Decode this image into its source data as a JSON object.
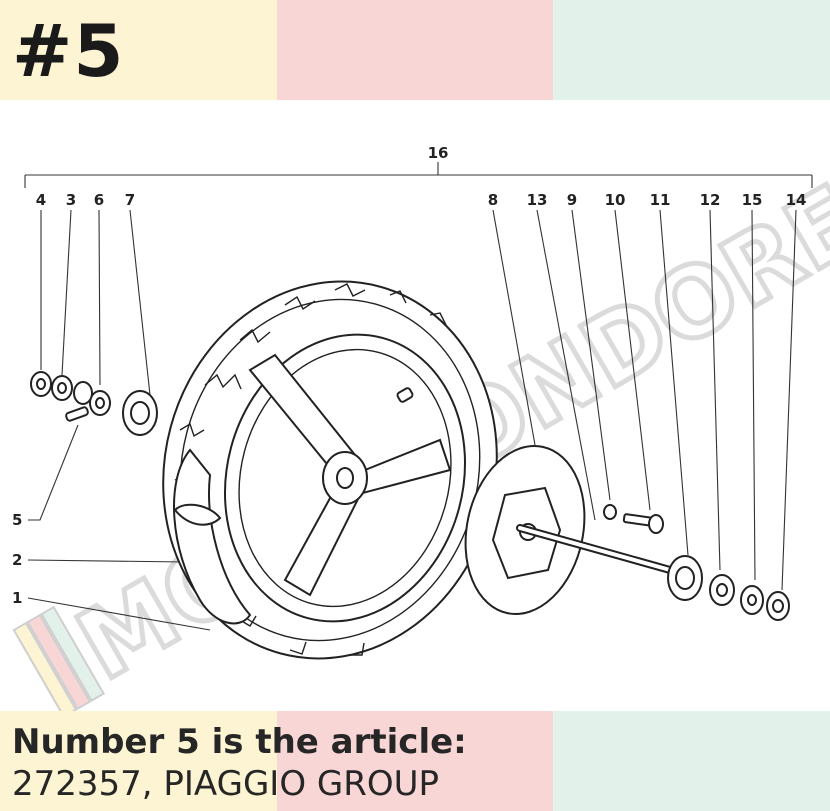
{
  "heading": "#5",
  "colors": {
    "band_cream": "#fcf4d2",
    "band_pink": "#f9d6d6",
    "band_mint": "#e2f1ea"
  },
  "diagram": {
    "callouts": {
      "c1": "1",
      "c2": "2",
      "c3": "3",
      "c4": "4",
      "c5": "5",
      "c6": "6",
      "c7": "7",
      "c8": "8",
      "c9": "9",
      "c10": "10",
      "c11": "11",
      "c12": "12",
      "c13": "13",
      "c14": "14",
      "c15": "15",
      "c16": "16"
    },
    "watermark": "MOTOMONDORENA"
  },
  "caption": {
    "line1": "Number 5 is the article:",
    "line2": "272357, PIAGGIO GROUP"
  }
}
